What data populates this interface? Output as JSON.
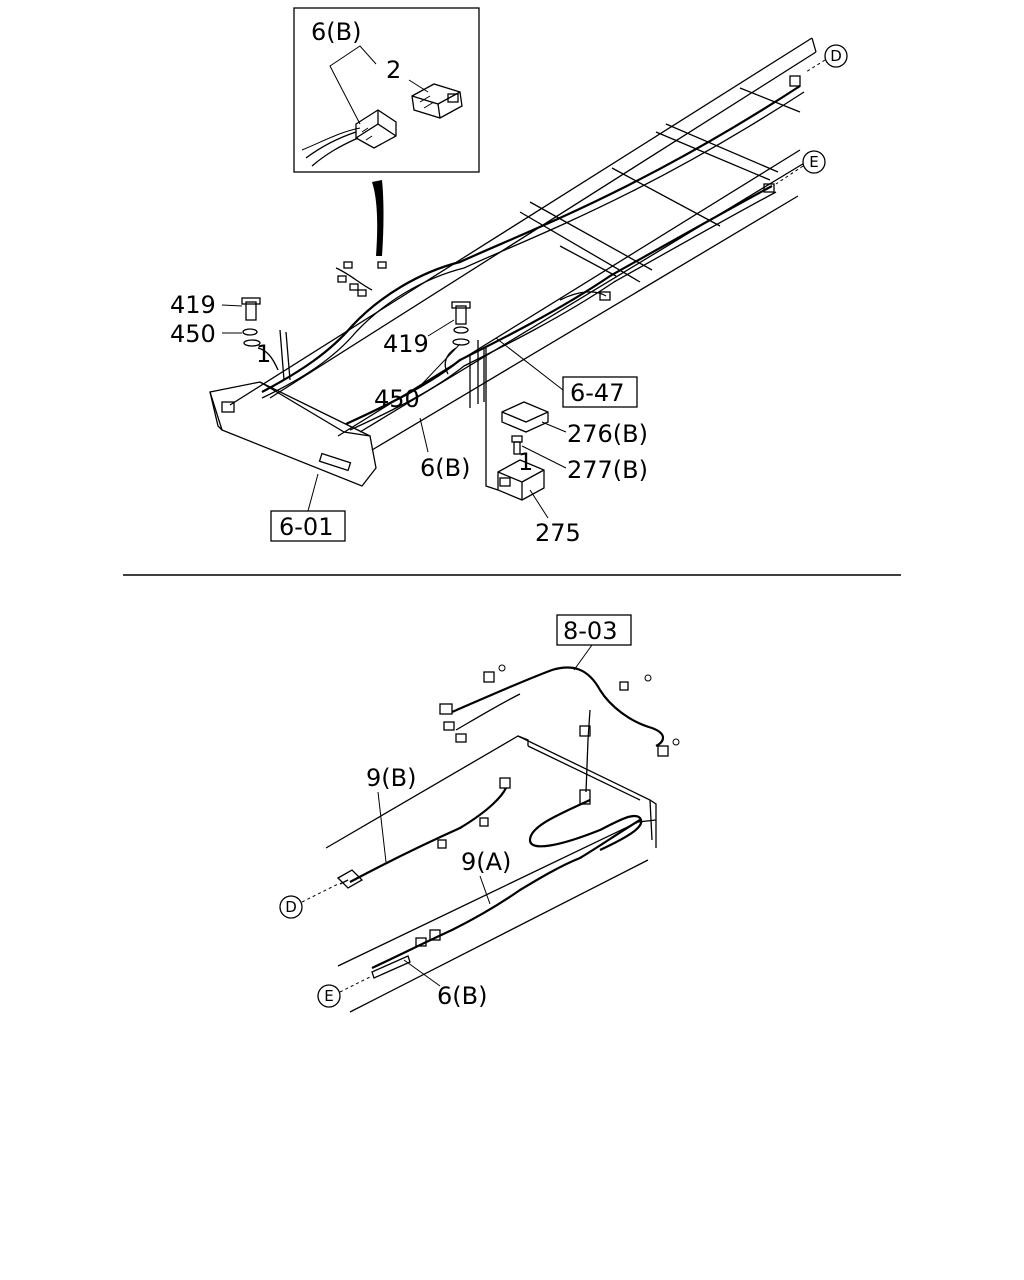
{
  "top_view": {
    "inset_label_harness": "6(B)",
    "inset_label_part": "2",
    "callouts": {
      "bolt_left": "419",
      "washer_left": "450",
      "bolt_mid": "419",
      "washer_mid": "450",
      "harness_main": "6(B)",
      "ref_6_47": "6-47",
      "ref_6_01": "6-01",
      "part_276": "276(B)",
      "part_277": "277(B)",
      "part_275": "275",
      "marker_1_a": "1",
      "marker_1_b": "1"
    },
    "markers": {
      "d": "D",
      "e": "E"
    }
  },
  "bottom_view": {
    "callouts": {
      "ref_8_03": "8-03",
      "harness_9b": "9(B)",
      "harness_9a": "9(A)",
      "harness_6b": "6(B)"
    },
    "markers": {
      "d": "D",
      "e": "E"
    }
  }
}
